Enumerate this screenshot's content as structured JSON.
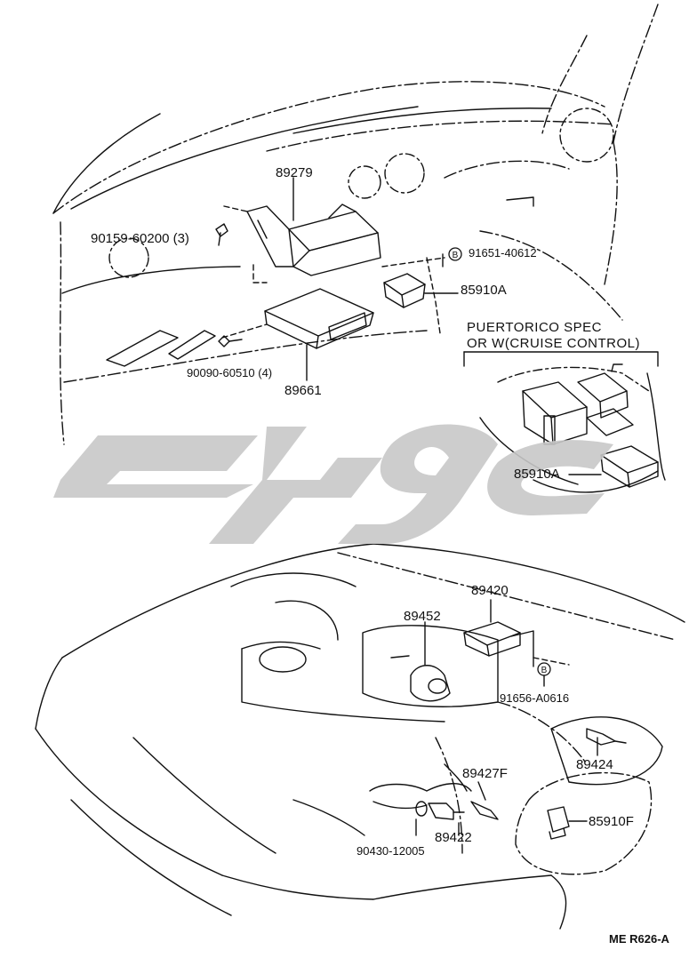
{
  "labels": {
    "p89279": "89279",
    "p90159": "90159-60200 (3)",
    "p91651": "91651-40612",
    "p91651_mark": "B",
    "p85910a_top": "85910A",
    "p90090": "90090-60510 (4)",
    "p89661": "89661",
    "spec_line1": "PUERTORICO SPEC",
    "spec_line2": "OR W(CRUISE CONTROL)",
    "p85910a_mid": "85910A",
    "p89420": "89420",
    "p89452": "89452",
    "p91656": "91656-A0616",
    "p91656_mark": "B",
    "p89424": "89424",
    "p89427f": "89427F",
    "p85910f": "85910F",
    "p89422": "89422",
    "p90430": "90430-12005",
    "ref": "ME R626-A"
  },
  "watermark": {
    "color": "#c8c8c8"
  },
  "line_color": "#111111"
}
